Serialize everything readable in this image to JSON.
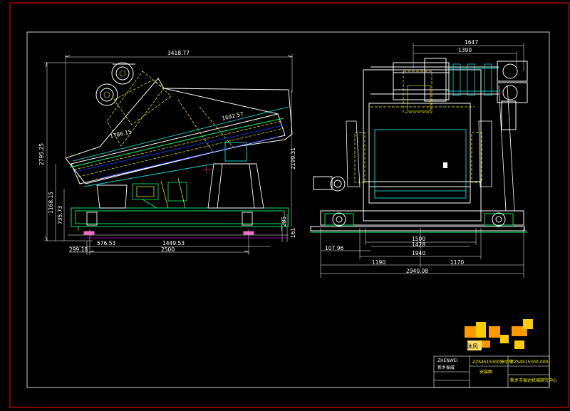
{
  "colors": {
    "background": "#000000",
    "border": "#ff0000",
    "frame": "#ffffff",
    "hidden": "#ffff00",
    "center": "#ff3030",
    "green": "#00ff66",
    "cyan": "#00ffff",
    "blue": "#0a3cff",
    "dimension": "#ffffff",
    "watermark_orange": "#ff9900",
    "watermark_yellow": "#ffcc00"
  },
  "side_view": {
    "dims": {
      "overall_length": "3418.77",
      "upper_length": "1692.57",
      "inner_length": "1786.15",
      "total_height": "2795.25",
      "frame_height": "1168.15",
      "base_height": "735.73",
      "right_height": "2199.31",
      "foot_right": "285",
      "foot_small": "161",
      "span_left": "576.53",
      "span_mid": "1449.53",
      "offset_left": "299.18",
      "base_length": "2500"
    }
  },
  "end_view": {
    "dims": {
      "top_width": "1647",
      "motor_width": "1390",
      "left_offset": "107.96",
      "w1500": "1500",
      "w1428": "1428",
      "w1940": "1940",
      "left_half": "1190",
      "right_half": "1170",
      "total_width": "2940.08"
    }
  },
  "title_block": {
    "company_name": "新乡振威",
    "logo_text": "ZHENWEI",
    "drawing_name": "ZZS4515300振动筛",
    "drawing_number": "ZZS4515300-000",
    "drawing_type": "安装图",
    "designer_org": "新乡市振达机械研究中心"
  },
  "watermark": {
    "text": "沐风"
  }
}
